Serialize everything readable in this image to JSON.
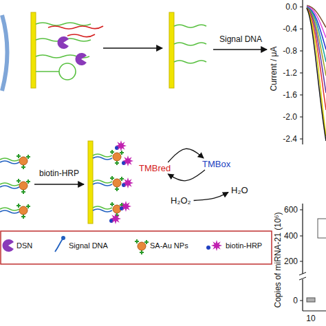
{
  "diagram": {
    "nodes": [
      {
        "text": [
          "TMBred"
        ]
      },
      {
        "text": [
          "TMBox"
        ]
      },
      {
        "text": [
          "H₂O₂"
        ]
      },
      {
        "text": [
          "H₂O"
        ]
      }
    ],
    "edges": [
      {
        "from": 0,
        "to": 1,
        "arrow": "to"
      },
      {
        "from": 1,
        "to": 0,
        "arrow": "to"
      },
      {
        "from": 2,
        "to": 3,
        "arrow": "to"
      }
    ],
    "labels": [
      "Signal DNA",
      "Current / μA",
      "0.0",
      "-0.4",
      "-0.8",
      "-1.2",
      "-1.6",
      "-2.0",
      "-2.4",
      "biotin-HRP",
      "Copies of miRNA-21 (10⁶)",
      "600",
      "400",
      "200",
      "0",
      "10"
    ],
    "legend": [
      {
        "text": "DSN"
      },
      {
        "text": "Signal DNA"
      },
      {
        "text": "SA-Au NPs"
      },
      {
        "text": "biotin-HRP"
      }
    ]
  }
}
